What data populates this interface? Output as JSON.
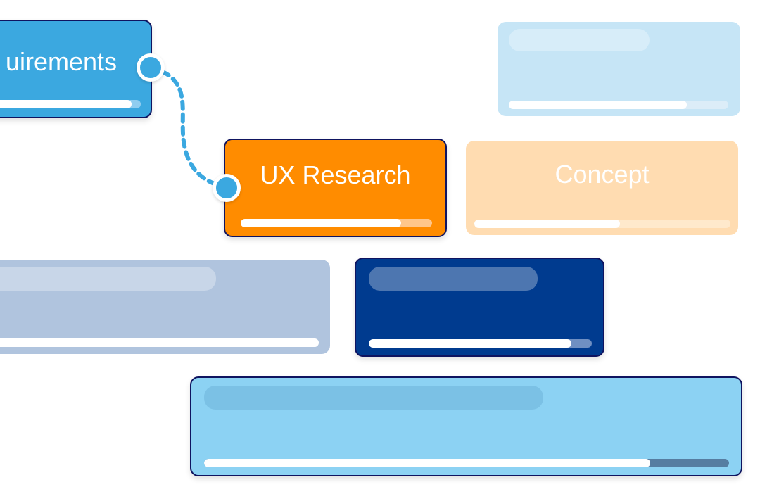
{
  "tasks": [
    {
      "id": "requirements",
      "label": "uirements",
      "color": "#3ba8e0",
      "progress": 0.94,
      "track_color": "#8fcdf0"
    },
    {
      "id": "top-right",
      "label": "",
      "color": "#c6e5f6",
      "progress": 0.81,
      "track_color": "#dcedf8"
    },
    {
      "id": "ux-research",
      "label": "UX Research",
      "color": "#ff8c00",
      "progress": 0.84,
      "track_color": "#ffc68a"
    },
    {
      "id": "concept",
      "label": "Concept",
      "color": "#ffdcb1",
      "progress": 0.57,
      "track_color": "#ffe9cc"
    },
    {
      "id": "mid-left",
      "label": "",
      "color": "#b0c4de",
      "progress": 1.0,
      "track_color": "#ffffff"
    },
    {
      "id": "mid-center",
      "label": "",
      "color": "#003b8f",
      "progress": 0.91,
      "track_color": "#6f8fc2"
    },
    {
      "id": "bottom",
      "label": "",
      "color": "#8cd2f3",
      "progress": 0.85,
      "track_color": "#567da1"
    }
  ],
  "colors": {
    "connector": "#3ba8e0",
    "selected_border": "#0f1460"
  },
  "icons": [
    "link-handle-icon"
  ]
}
